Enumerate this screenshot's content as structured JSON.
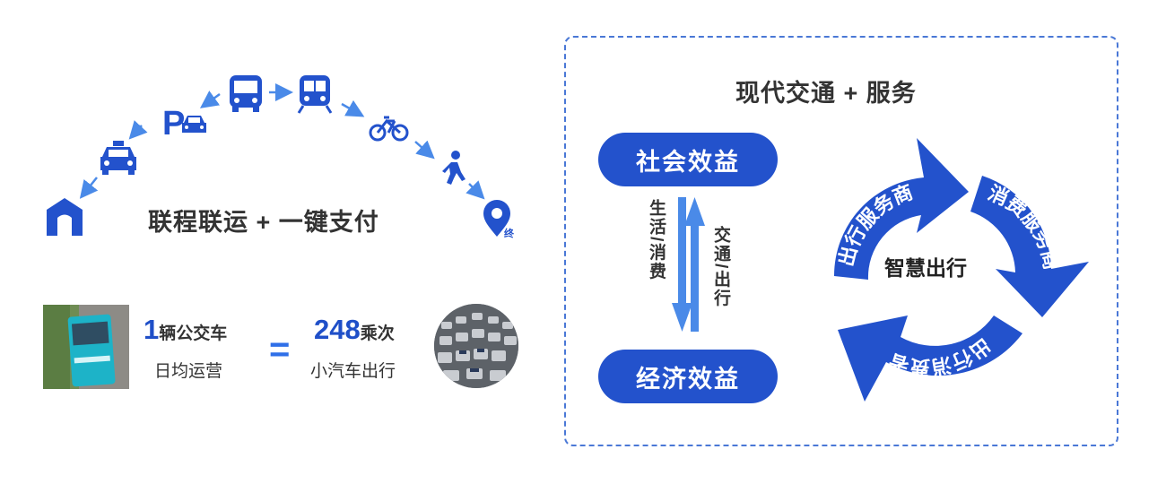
{
  "colors": {
    "accent_blue": "#2352cc",
    "bright_blue": "#2f6fe8",
    "arrow_blue": "#4a8ae8",
    "panel_border": "#4a78d6"
  },
  "route": {
    "icons": [
      "home-icon",
      "taxi-icon",
      "parking-icon",
      "bus-icon",
      "train-icon",
      "bicycle-icon",
      "pedestrian-icon",
      "destination-pin-icon"
    ],
    "end_label": "终",
    "title": "联程联运 + 一键支付"
  },
  "stats": {
    "left_number": "1",
    "left_unit": "辆公交车",
    "left_line2": "日均运营",
    "equals": "=",
    "right_number": "248",
    "right_unit": "乘次",
    "right_line2": "小汽车出行"
  },
  "panel": {
    "title": "现代交通 + 服务",
    "top_pill": "社会效益",
    "bottom_pill": "经济效益",
    "down_label": "生活/消费",
    "up_label": "交通/出行",
    "cycle": {
      "center": "智慧出行",
      "segments": [
        "出行服务商",
        "消费服务商",
        "出行消费者"
      ]
    }
  }
}
